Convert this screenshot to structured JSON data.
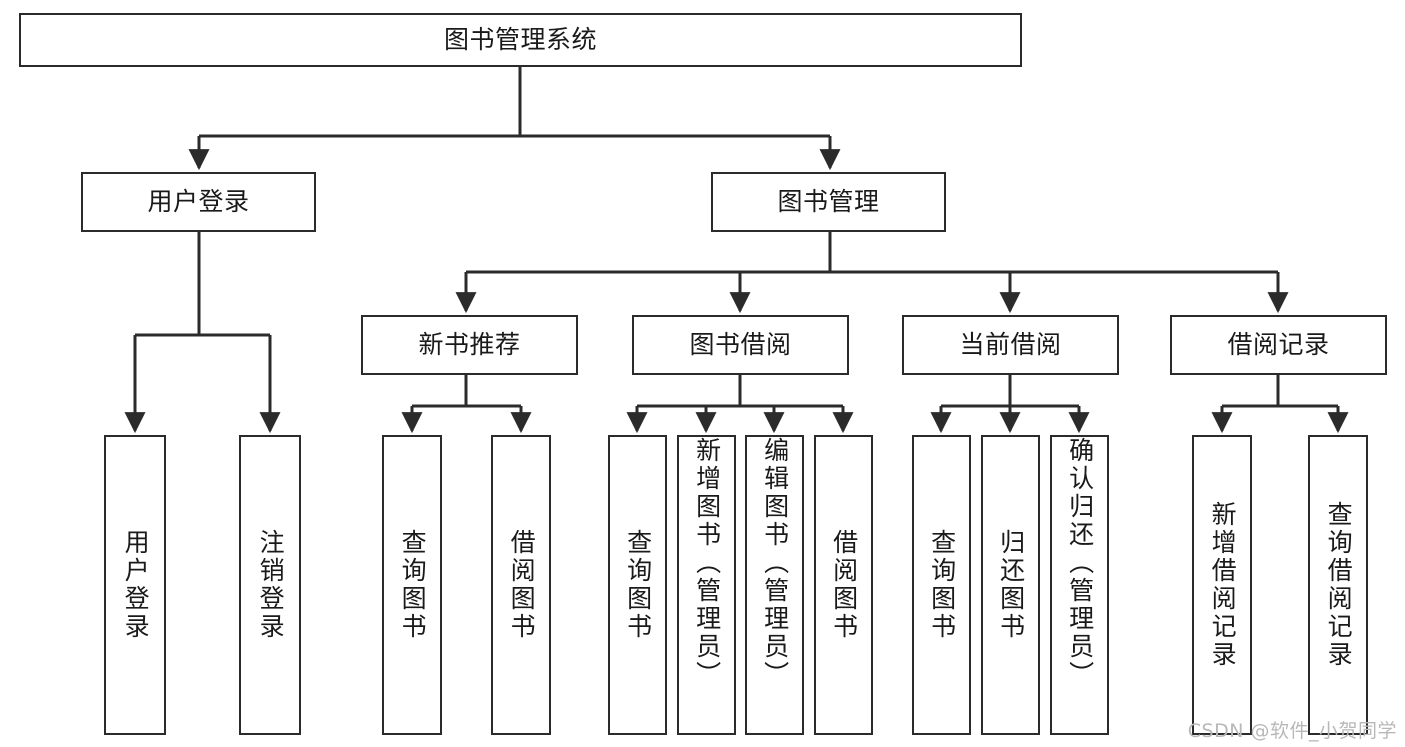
{
  "diagram": {
    "title": "图书管理系统",
    "watermark": "CSDN @软件_小贺同学",
    "colors": {
      "stroke": "#2b2b2b",
      "fill": "#ffffff",
      "text": "#1a1a1a",
      "watermark": "#b8b8b8"
    },
    "root": {
      "label": "图书管理系统"
    },
    "level2": [
      {
        "label": "用户登录"
      },
      {
        "label": "图书管理"
      }
    ],
    "level3": [
      {
        "label": "新书推荐"
      },
      {
        "label": "图书借阅"
      },
      {
        "label": "当前借阅"
      },
      {
        "label": "借阅记录"
      }
    ],
    "leaves": {
      "user_login": [
        {
          "label": "用户登录"
        },
        {
          "label": "注销登录"
        }
      ],
      "new_book": [
        {
          "label": "查询图书"
        },
        {
          "label": "借阅图书"
        }
      ],
      "book_borrow": [
        {
          "label": "查询图书"
        },
        {
          "label": "新增图书（管理员）"
        },
        {
          "label": "编辑图书（管理员）"
        },
        {
          "label": "借阅图书"
        }
      ],
      "current_borrow": [
        {
          "label": "查询图书"
        },
        {
          "label": "归还图书"
        },
        {
          "label": "确认归还（管理员）"
        }
      ],
      "borrow_record": [
        {
          "label": "新增借阅记录"
        },
        {
          "label": "查询借阅记录"
        }
      ]
    }
  }
}
